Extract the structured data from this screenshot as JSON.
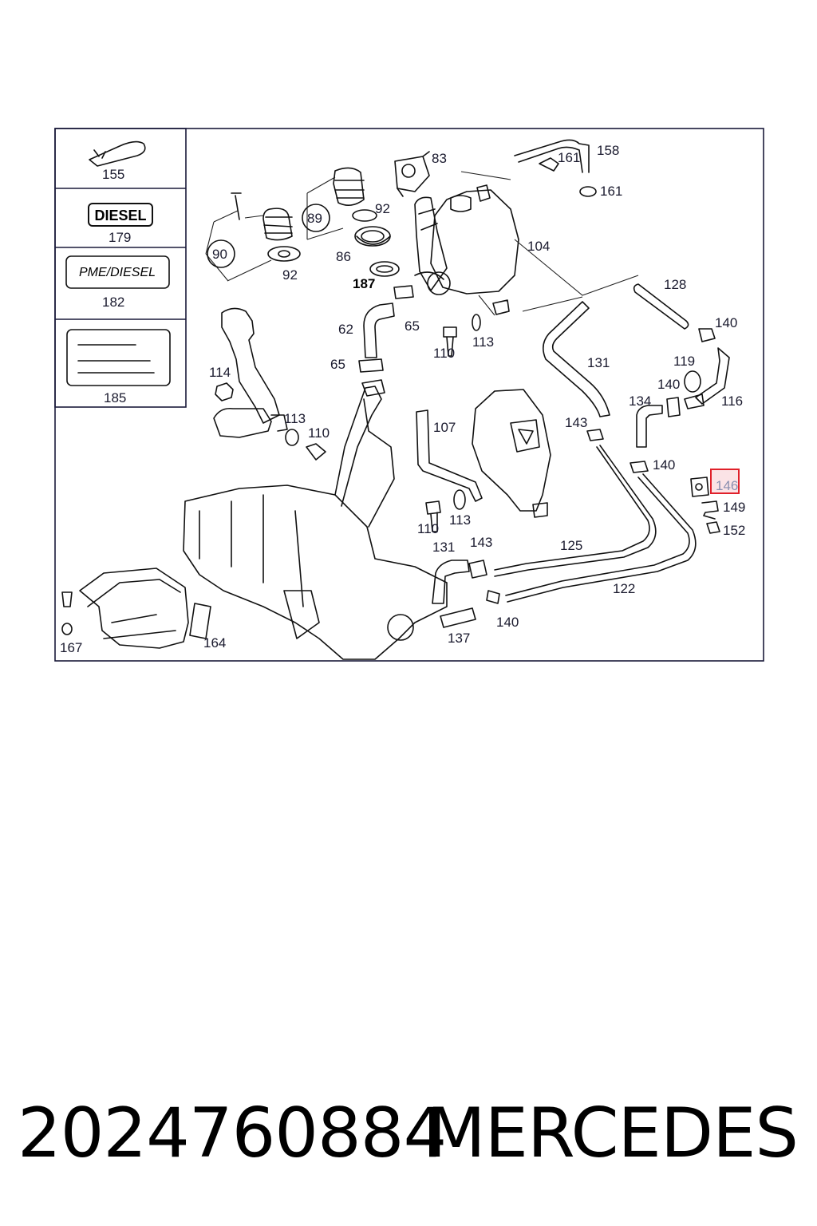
{
  "legend": {
    "item_155": "155",
    "diesel_badge": "DIESEL",
    "item_179": "179",
    "pme_badge": "PME/DIESEL",
    "item_182": "182",
    "item_185": "185"
  },
  "callouts": {
    "c83": "83",
    "c161a": "161",
    "c158": "158",
    "c161b": "161",
    "c89": "89",
    "c92a": "92",
    "c90": "90",
    "c92b": "92",
    "c86": "86",
    "c187": "187",
    "c104": "104",
    "c128": "128",
    "c62": "62",
    "c65a": "65",
    "c110a": "110",
    "c113a": "113",
    "c140a": "140",
    "c65b": "65",
    "c131a": "131",
    "c119": "119",
    "c114": "114",
    "c140b": "140",
    "c134": "134",
    "c116": "116",
    "c113b": "113",
    "c110b": "110",
    "c107": "107",
    "c143a": "143",
    "c140c": "140",
    "c146": "146",
    "c149": "149",
    "c152": "152",
    "c110c": "110",
    "c113c": "113",
    "c131b": "131",
    "c143b": "143",
    "c125": "125",
    "c122": "122",
    "c167": "167",
    "c164": "164",
    "c137": "137",
    "c140d": "140"
  },
  "highlight": {
    "color": "#e0202a",
    "fill": "#fbe3e6"
  },
  "footer": {
    "part_number": "2024760884",
    "brand": "MERCEDES"
  }
}
